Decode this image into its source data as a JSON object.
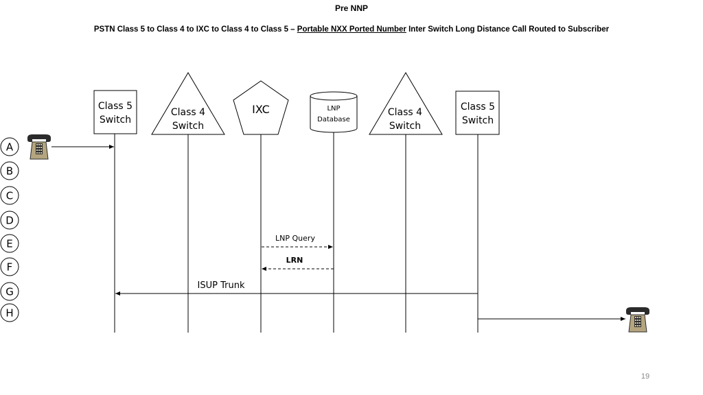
{
  "title": "Pre NNP",
  "subtitle": {
    "prefix": "PSTN Class 5 to Class 4 to IXC to Class 4 to Class 5 – ",
    "underlined": "Portable NXX Ported Number",
    "suffix": " Inter Switch Long Distance Call Routed to Subscriber"
  },
  "nodes": {
    "class5_left": [
      "Class 5",
      "Switch"
    ],
    "class4_left": [
      "Class 4",
      "Switch"
    ],
    "ixc": "IXC",
    "lnp_db": [
      "LNP",
      "Database"
    ],
    "class4_right": [
      "Class 4",
      "Switch"
    ],
    "class5_right": [
      "Class 5",
      "Switch"
    ]
  },
  "steps": [
    "A",
    "B",
    "C",
    "D",
    "E",
    "F",
    "G",
    "H"
  ],
  "messages": {
    "lnp_query": "LNP Query",
    "lrn": "LRN",
    "isup_trunk": "ISUP Trunk"
  },
  "icons": {
    "caller": "telephone-icon",
    "callee": "telephone-icon"
  },
  "colors": {
    "line": "#000000",
    "phone_body": "#b5a57f",
    "phone_dark": "#2b2b2b"
  },
  "page_number": "19"
}
